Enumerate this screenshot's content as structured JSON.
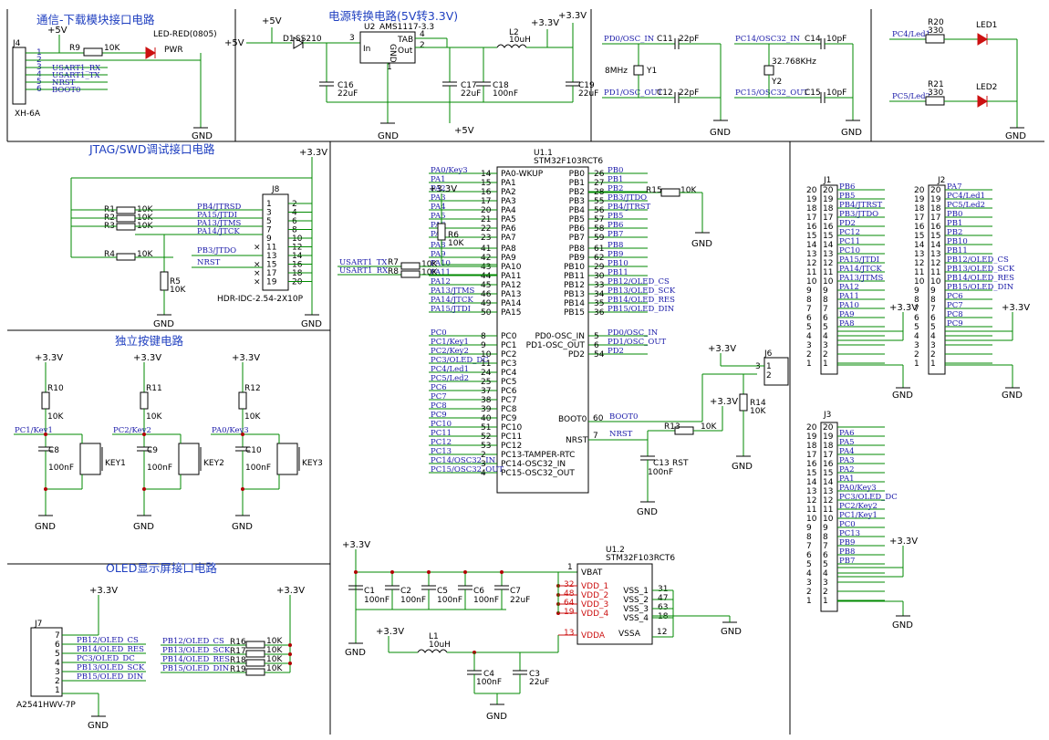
{
  "sections": {
    "comm": "通信-下载模块接口电路",
    "power": "电源转换电路(5V转3.3V)",
    "jtag": "JTAG/SWD调试接口电路",
    "keys": "独立按键电路",
    "oled": "OLED显示屏接口电路"
  },
  "power_nets": {
    "p33": "+3.3V",
    "p5": "+5V",
    "gnd": "GND"
  },
  "comm": {
    "connector": "J4",
    "connector_value": "XH-6A",
    "pins": [
      "1",
      "2",
      "3",
      "4",
      "5",
      "6"
    ],
    "nets": [
      "USART1_RX",
      "USART1_TX",
      "NRST",
      "BOOT0"
    ],
    "r9": "R9",
    "r9_val": "10K",
    "led": "LED-RED(0805)",
    "pwr": "PWR"
  },
  "power": {
    "d1": "D1",
    "d1_val": "SS210",
    "u2": "U2",
    "u2_val": "AMS1117-3.3",
    "u2_in": "In",
    "u2_gnd": "GND",
    "u2_tab": "TAB",
    "u2_out": "Out",
    "pin3": "3",
    "pin4": "4",
    "pin2": "2",
    "pin1": "1",
    "c16": "C16",
    "c16_val": "22uF",
    "c17": "C17",
    "c17_val": "22uF",
    "c18": "C18",
    "c18_val": "100nF",
    "l2": "L2",
    "l2_val": "10uH",
    "c19": "C19",
    "c19_val": "22uF"
  },
  "osc": {
    "pd0": "PD0/OSC_IN",
    "pd1": "PD1/OSC_OUT",
    "c11": "C11",
    "c11_val": "22pF",
    "c12": "C12",
    "c12_val": "22pF",
    "y1": "Y1",
    "y1_val": "8MHz",
    "pc14": "PC14/OSC32_IN",
    "pc15": "PC15/OSC32_OUT",
    "c14": "C14",
    "c14_val": "10pF",
    "c15": "C15",
    "c15_val": "10pF",
    "y2": "Y2",
    "y2_val": "32.768KHz"
  },
  "leds": {
    "n1": "PC4/Led1",
    "n2": "PC5/Led2",
    "r20": "R20",
    "r20_val": "330",
    "r21": "R21",
    "r21_val": "330",
    "led1": "LED1",
    "led2": "LED2"
  },
  "jtag": {
    "j8": "J8",
    "j8_val": "HDR-IDC-2.54-2X10P",
    "r1": "R1",
    "r2": "R2",
    "r3": "R3",
    "r4": "R4",
    "r5": "R5",
    "rval": "10K",
    "nets": [
      "PB4/JTRSD",
      "PA15/JTDI",
      "PA13/JTMS",
      "PA14/JTCK",
      "PB3/JTDO",
      "NRST"
    ],
    "left_pins": [
      "1",
      "3",
      "5",
      "7",
      "9",
      "11",
      "13",
      "15",
      "17",
      "19"
    ],
    "right_pins": [
      "2",
      "4",
      "6",
      "8",
      "10",
      "12",
      "14",
      "16",
      "18",
      "20"
    ]
  },
  "mcu": {
    "name": "U1.1",
    "value": "STM32F103RCT6",
    "left": [
      {
        "net": "PA0/Key3",
        "num": "14",
        "pin": "PA0-WKUP"
      },
      {
        "net": "PA1",
        "num": "15",
        "pin": "PA1"
      },
      {
        "net": "PA2",
        "num": "16",
        "pin": "PA2"
      },
      {
        "net": "PA3",
        "num": "17",
        "pin": "PA3"
      },
      {
        "net": "PA4",
        "num": "20",
        "pin": "PA4"
      },
      {
        "net": "PA5",
        "num": "21",
        "pin": "PA5"
      },
      {
        "net": "PA6",
        "num": "22",
        "pin": "PA6"
      },
      {
        "net": "PA7",
        "num": "23",
        "pin": "PA7"
      },
      {
        "net": "PA8",
        "num": "41",
        "pin": "PA8"
      },
      {
        "net": "PA9",
        "num": "42",
        "pin": "PA9"
      },
      {
        "net": "PA10",
        "num": "43",
        "pin": "PA10"
      },
      {
        "net": "PA11",
        "num": "44",
        "pin": "PA11"
      },
      {
        "net": "PA12",
        "num": "45",
        "pin": "PA12"
      },
      {
        "net": "PA13/JTMS",
        "num": "46",
        "pin": "PA13"
      },
      {
        "net": "PA14/JTCK",
        "num": "49",
        "pin": "PA14"
      },
      {
        "net": "PA15/JTDI",
        "num": "50",
        "pin": "PA15"
      },
      {
        "net": "PC0",
        "num": "8",
        "pin": "PC0"
      },
      {
        "net": "PC1/Key1",
        "num": "9",
        "pin": "PC1"
      },
      {
        "net": "PC2/Key2",
        "num": "10",
        "pin": "PC2"
      },
      {
        "net": "PC3/OLED_DC",
        "num": "11",
        "pin": "PC3"
      },
      {
        "net": "PC4/Led1",
        "num": "24",
        "pin": "PC4"
      },
      {
        "net": "PC5/Led2",
        "num": "25",
        "pin": "PC5"
      },
      {
        "net": "PC6",
        "num": "37",
        "pin": "PC6"
      },
      {
        "net": "PC7",
        "num": "38",
        "pin": "PC7"
      },
      {
        "net": "PC8",
        "num": "39",
        "pin": "PC8"
      },
      {
        "net": "PC9",
        "num": "40",
        "pin": "PC9"
      },
      {
        "net": "PC10",
        "num": "51",
        "pin": "PC10"
      },
      {
        "net": "PC11",
        "num": "52",
        "pin": "PC11"
      },
      {
        "net": "PC12",
        "num": "53",
        "pin": "PC12"
      },
      {
        "net": "PC13",
        "num": "2",
        "pin": "PC13-TAMPER-RTC"
      },
      {
        "net": "PC14/OSC32_IN",
        "num": "3",
        "pin": "PC14-OSC32_IN"
      },
      {
        "net": "PC15/OSC32_OUT",
        "num": "4",
        "pin": "PC15-OSC32_OUT"
      }
    ],
    "right": [
      {
        "pin": "PB0",
        "num": "26",
        "net": "PB0"
      },
      {
        "pin": "PB1",
        "num": "27",
        "net": "PB1"
      },
      {
        "pin": "PB2",
        "num": "28",
        "net": "PB2"
      },
      {
        "pin": "PB3",
        "num": "55",
        "net": "PB3/JTDO"
      },
      {
        "pin": "PB4",
        "num": "56",
        "net": "PB4/JTRST"
      },
      {
        "pin": "PB5",
        "num": "57",
        "net": "PB5"
      },
      {
        "pin": "PB6",
        "num": "58",
        "net": "PB6"
      },
      {
        "pin": "PB7",
        "num": "59",
        "net": "PB7"
      },
      {
        "pin": "PB8",
        "num": "61",
        "net": "PB8"
      },
      {
        "pin": "PB9",
        "num": "62",
        "net": "PB9"
      },
      {
        "pin": "PB10",
        "num": "29",
        "net": "PB10"
      },
      {
        "pin": "PB11",
        "num": "30",
        "net": "PB11"
      },
      {
        "pin": "PB12",
        "num": "33",
        "net": "PB12/OLED_CS"
      },
      {
        "pin": "PB13",
        "num": "34",
        "net": "PB13/OLED_SCK"
      },
      {
        "pin": "PB14",
        "num": "35",
        "net": "PB14/OLED_RES"
      },
      {
        "pin": "PB15",
        "num": "36",
        "net": "PB15/OLED_DIN"
      },
      {
        "pin": "PD0-OSC_IN",
        "num": "5",
        "net": "PD0/OSC_IN"
      },
      {
        "pin": "PD1-OSC_OUT",
        "num": "6",
        "net": "PD1/OSC_OUT"
      },
      {
        "pin": "PD2",
        "num": "54",
        "net": "PD2"
      }
    ],
    "boot_pin": "BOOT0",
    "boot_num": "60",
    "boot_net": "BOOT0",
    "nrst_pin": "NRST",
    "nrst_num": "7",
    "nrst_net": "NRST",
    "usart_tx": "USART1_TX",
    "usart_rx": "USART1_RX",
    "r6": "R6",
    "r7": "R7",
    "r8": "R8",
    "r13": "R13",
    "r14": "R14",
    "r15": "R15",
    "rval": "10K",
    "c13": "C13",
    "c13_val": "100nF",
    "rst": "RST",
    "j6": "J6",
    "j6_p1": "1",
    "j6_p2": "2",
    "j6_p3": "3"
  },
  "headers": {
    "j1": "J1",
    "j2": "J2",
    "j3": "J3",
    "j1_nets": [
      "PB6",
      "PB5",
      "PB4/JTRST",
      "PB3/JTDO",
      "PD2",
      "PC12",
      "PC11",
      "PC10",
      "PA15/JTDI",
      "PA14/JTCK",
      "PA13/JTMS",
      "PA12",
      "PA11",
      "PA10",
      "PA9",
      "PA8"
    ],
    "j2_nets": [
      "PA7",
      "PC4/Led1",
      "PC5/Led2",
      "PB0",
      "PB1",
      "PB2",
      "PB10",
      "PB11",
      "PB12/OLED_CS",
      "PB13/OLED_SCK",
      "PB14/OLED_RES",
      "PB15/OLED_DIN",
      "PC6",
      "PC7",
      "PC8",
      "PC9"
    ],
    "j3_nets": [
      "",
      "PA6",
      "PA5",
      "PA4",
      "PA3",
      "PA2",
      "PA1",
      "PA0/Key3",
      "PC3/OLED_DC",
      "PC2/Key2",
      "PC1/Key1",
      "PC0",
      "PC13",
      "PB9",
      "PB8",
      "PB7"
    ]
  },
  "keys": {
    "items": [
      {
        "net": "PC1/Key1",
        "r": "R10",
        "c": "C8",
        "key": "KEY1"
      },
      {
        "net": "PC2/Key2",
        "r": "R11",
        "c": "C9",
        "key": "KEY2"
      },
      {
        "net": "PA0/Key3",
        "r": "R12",
        "c": "C10",
        "key": "KEY3"
      }
    ],
    "rval": "10K",
    "cval": "100nF"
  },
  "oled": {
    "j7": "J7",
    "j7_val": "A2541HWV-7P",
    "pins": [
      "7",
      "6",
      "5",
      "4",
      "3",
      "2",
      "1"
    ],
    "conn_nets": [
      "PB12/OLED_CS",
      "PB14/OLED_RES",
      "PC3/OLED_DC",
      "PB13/OLED_SCK",
      "PB15/OLED_DIN"
    ],
    "r_nets": [
      "PB12/OLED_CS",
      "PB13/OLED_SCK",
      "PB14/OLED_RES",
      "PB15/OLED_DIN"
    ],
    "rs": [
      "R16",
      "R17",
      "R18",
      "R19"
    ],
    "rval": "10K"
  },
  "vdd": {
    "caps": [
      {
        "ref": "C1",
        "val": "100nF"
      },
      {
        "ref": "C2",
        "val": "100nF"
      },
      {
        "ref": "C5",
        "val": "100nF"
      },
      {
        "ref": "C6",
        "val": "100nF"
      },
      {
        "ref": "C7",
        "val": "22uF"
      }
    ],
    "u12": "U1.2",
    "u12_val": "STM32F103RCT6",
    "vbat": "VBAT",
    "vbat_num": "1",
    "vdd": [
      {
        "pin": "VDD_1",
        "num": "32"
      },
      {
        "pin": "VDD_2",
        "num": "48"
      },
      {
        "pin": "VDD_3",
        "num": "64"
      },
      {
        "pin": "VDD_4",
        "num": "19"
      }
    ],
    "vdda": "VDDA",
    "vdda_num": "13",
    "vss": [
      {
        "pin": "VSS_1",
        "num": "31"
      },
      {
        "pin": "VSS_2",
        "num": "47"
      },
      {
        "pin": "VSS_3",
        "num": "63"
      },
      {
        "pin": "VSS_4",
        "num": "18"
      }
    ],
    "vssa": "VSSA",
    "vssa_num": "12",
    "l1": "L1",
    "l1_val": "10uH",
    "c4": "C4",
    "c4_val": "100nF",
    "c3": "C3",
    "c3_val": "22uF"
  }
}
